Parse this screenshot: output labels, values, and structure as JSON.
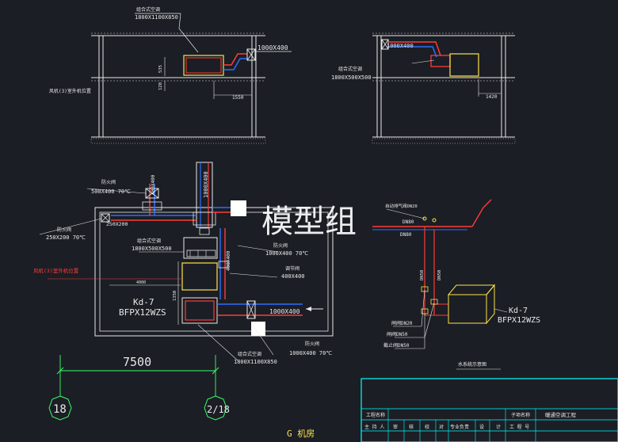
{
  "watermark": "模型组",
  "top_left": {
    "unit_label": "组合式空调",
    "unit_size": "1800X1100X850",
    "duct": "1000X400",
    "dim_v1": "535",
    "dim_v2": "120",
    "dim_h": "1550",
    "section_label": "风机(3)室外机位置"
  },
  "top_right": {
    "duct": "1000X400",
    "unit_label": "组合式空调",
    "unit_size": "1800X500X500",
    "dim_h": "1420"
  },
  "plan": {
    "fire_damper_1": "防火阀",
    "fire_damper_1_size": "500X400  70℃",
    "fire_damper_2": "防火阀",
    "fire_damper_2_size": "250X200  70℃",
    "duct_250": "250X200",
    "vertical_duct": "1000X400",
    "duct_400": "400X400",
    "unit_small_label": "组合式空调",
    "unit_small_size": "1800X500X500",
    "fire_damper_3": "防火阀",
    "fire_damper_3_size": "1000X400  70℃",
    "regulator": "调节阀",
    "regulator_size": "400X400",
    "red_label": "风机(3)室外机位置",
    "dim_4000": "4000",
    "dim_1350": "1350",
    "unit_code": "Kd-7",
    "unit_model": "BFPX12WZS",
    "duct_out": "1000X400",
    "fire_damper_4": "防火阀",
    "fire_damper_4_size": "1000X400  70℃",
    "unit_big_label": "组合式空调",
    "unit_big_size": "1800X1100X850",
    "dim_7500": "7500",
    "axis_left": "18",
    "axis_right": "2/18",
    "room_label": "G 机房"
  },
  "water": {
    "valve_top": "自动排气阀DN20",
    "dn80_a": "DN80",
    "dn80_b": "DN80",
    "dn50_a": "DN50",
    "dn50_b": "DN50",
    "label_1": "闸阀DN20",
    "label_2": "闸阀DN50",
    "label_3": "截止阀DN50",
    "unit_code": "Kd-7",
    "unit_model": "BFPX12WZS",
    "title": "水系统示意图"
  },
  "title_block": {
    "project_name_label": "工程名称",
    "sub_name_label": "子项名称",
    "sub_name_value": "暖通空调工程",
    "row2": [
      "主 持 人",
      "审",
      "核",
      "校",
      "对",
      "专业负责",
      "设",
      "计",
      "工 程 号"
    ]
  },
  "colors": {
    "background": "#1b1e24",
    "line": "#e8e8e8",
    "duct_blue": "#2f6dff",
    "duct_red": "#ff3b3b",
    "unit_yellow": "#ffe34d",
    "title_block": "#00ffff",
    "axis_green": "#3cff6a"
  }
}
